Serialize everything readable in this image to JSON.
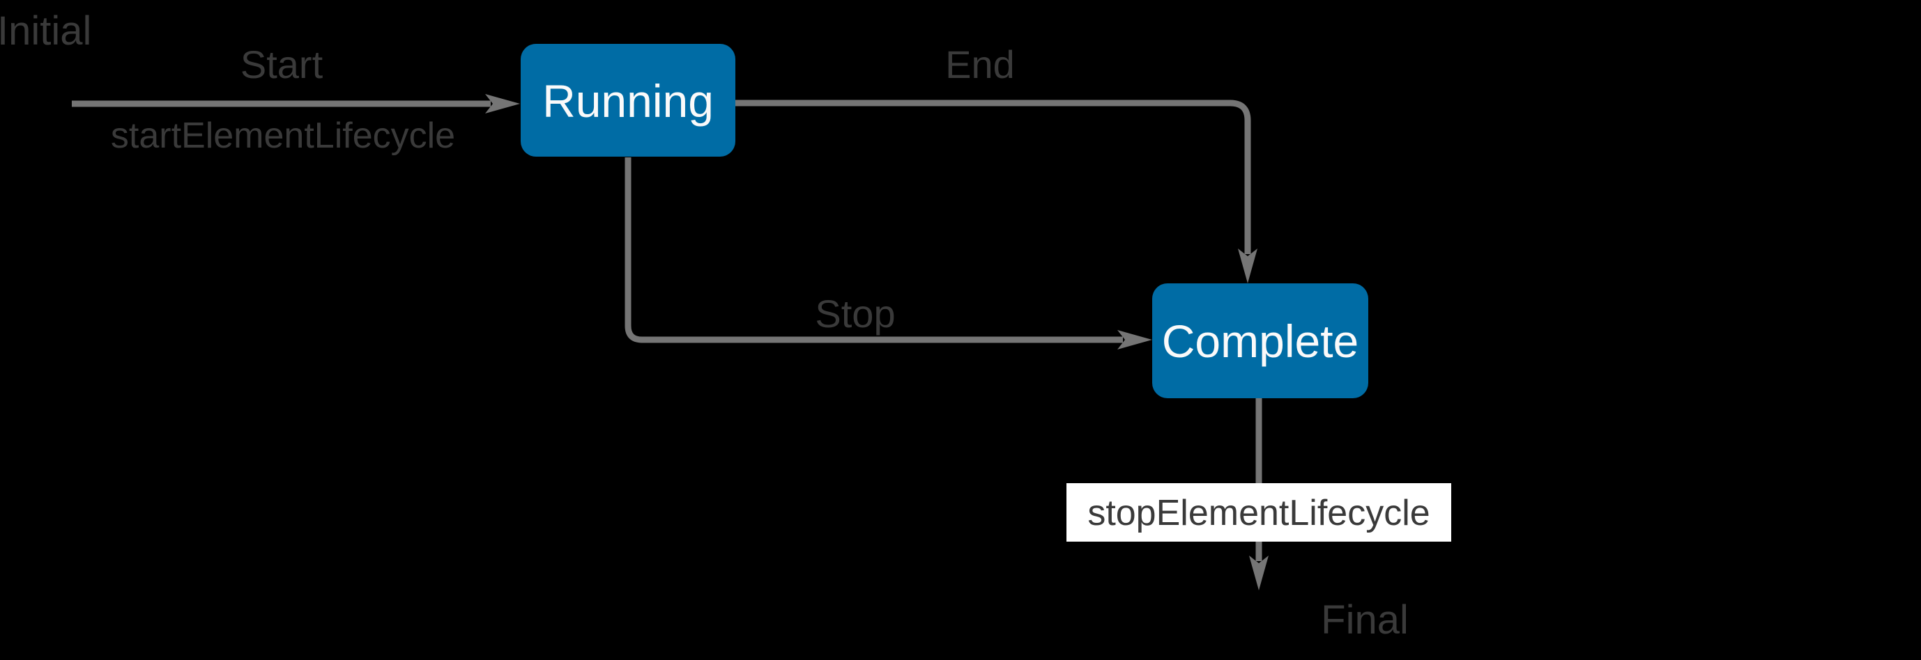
{
  "diagram": {
    "type": "state-machine",
    "colors": {
      "background": "#000000",
      "state_fill": "#006CA5",
      "state_text": "#FAFAFA",
      "edge_stroke": "#757575",
      "label_text": "#3A3A3A",
      "action_label_background": "#FFFFFF"
    },
    "states": [
      {
        "id": "running",
        "label": "Running"
      },
      {
        "id": "complete",
        "label": "Complete"
      }
    ],
    "pseudostates": [
      {
        "id": "initial",
        "label": "Initial"
      },
      {
        "id": "final",
        "label": "Final"
      }
    ],
    "transitions": [
      {
        "from": "initial",
        "to": "running",
        "trigger": "Start",
        "effect": "startElementLifecycle"
      },
      {
        "from": "running",
        "to": "complete",
        "trigger": "End"
      },
      {
        "from": "running",
        "to": "complete",
        "trigger": "Stop"
      },
      {
        "from": "complete",
        "to": "final",
        "effect": "stopElementLifecycle"
      }
    ]
  }
}
